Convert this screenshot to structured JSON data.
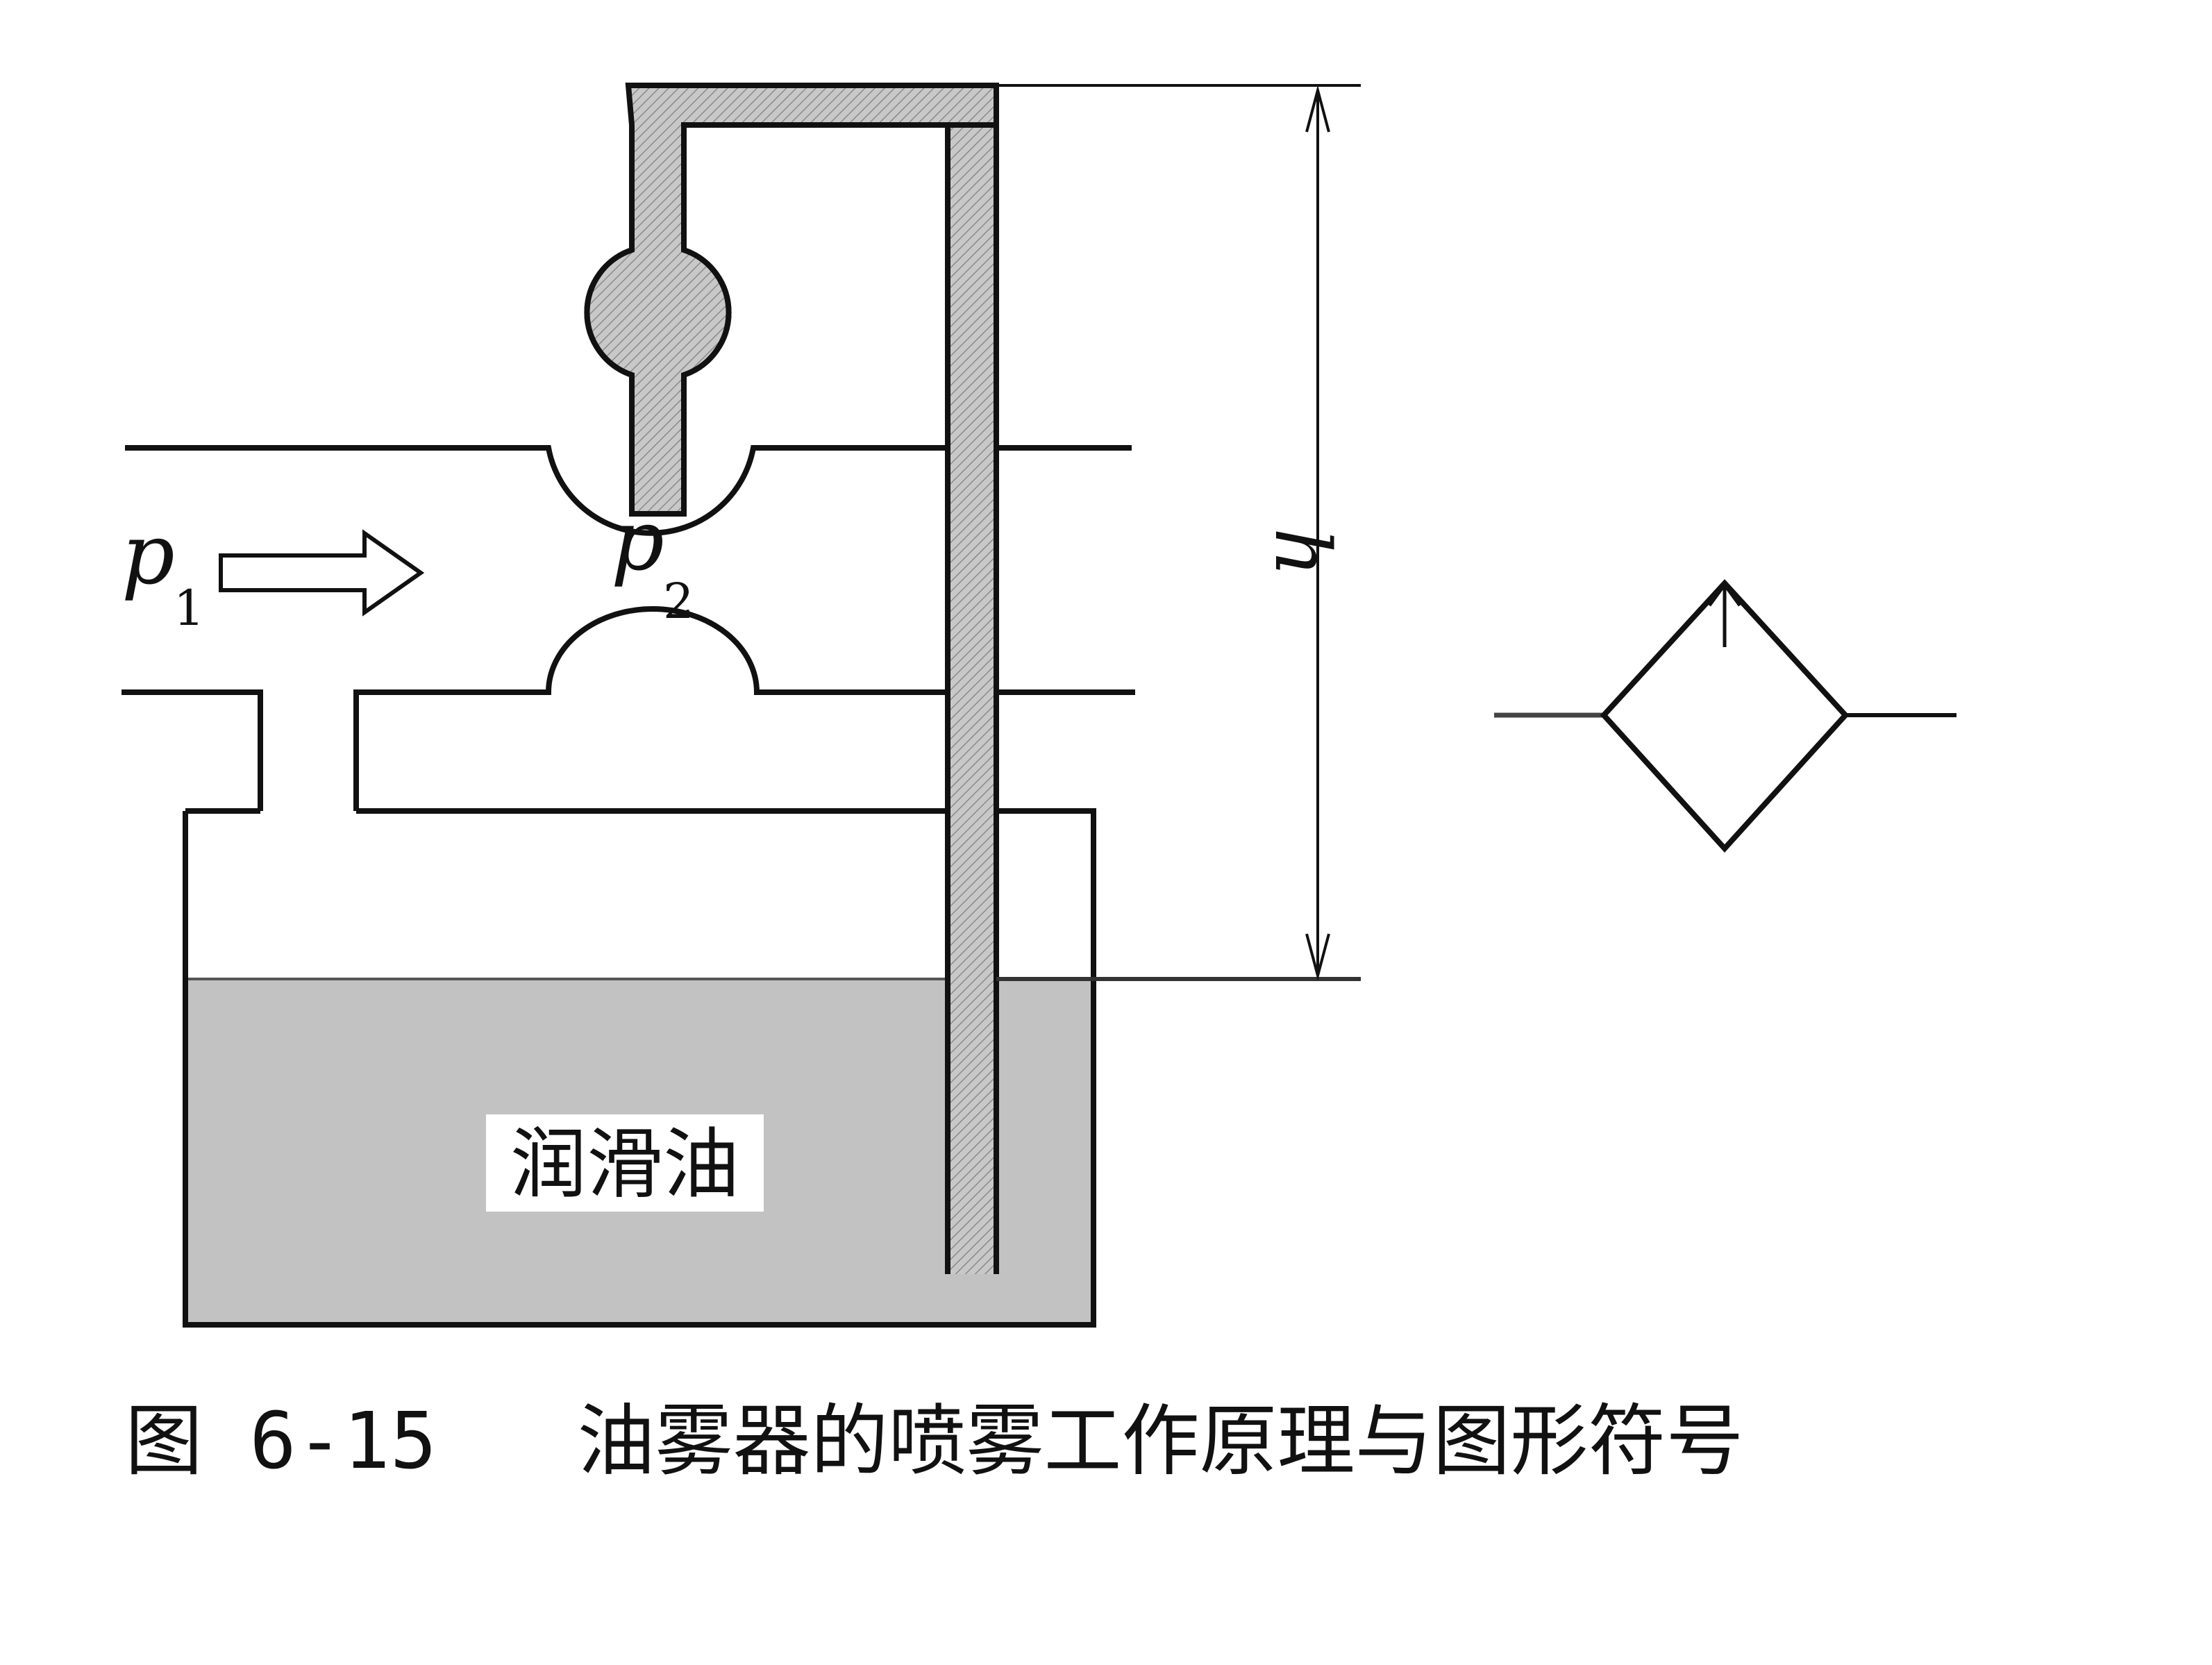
{
  "diagram": {
    "labels": {
      "p1_base": "p",
      "p1_sub": "1",
      "p2_base": "p",
      "p2_sub": "2",
      "height": "h",
      "oil": "润滑油"
    },
    "colors": {
      "line": "#111111",
      "oil_fill": "#c2c2c2",
      "tube_fill": "#b8b8b8",
      "background": "#ffffff"
    }
  },
  "caption": {
    "number": "图 6-15",
    "title": "油雾器的喷雾工作原理与图形符号"
  }
}
